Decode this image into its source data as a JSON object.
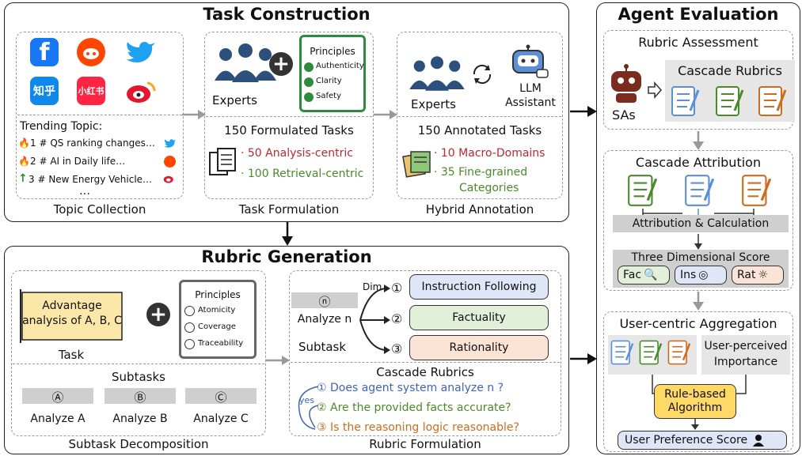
{
  "task_construction": {
    "title": "Task Construction",
    "topic_collection": {
      "label": "Topic Collection",
      "apps": {
        "zhihu": "知乎",
        "xiaohongshu": "小红书"
      },
      "trending_title": "Trending Topic:",
      "topics": [
        "1 # QS ranking changes…",
        "2 # AI in Daily life…",
        "3 # New Energy Vehicle…"
      ],
      "more": "…"
    },
    "task_formulation": {
      "label": "Task Formulation",
      "experts": "Experts",
      "principles_title": "Principles",
      "principles": [
        "Authenticity",
        "Clarity",
        "Safety"
      ],
      "count": "150 Formulated Tasks",
      "types": [
        "· 50 Analysis-centric",
        "· 100 Retrieval-centric"
      ]
    },
    "hybrid_annotation": {
      "label": "Hybrid Annotation",
      "experts": "Experts",
      "llm_line1": "LLM",
      "llm_line2": "Assistant",
      "count": "150 Annotated Tasks",
      "domains": "· 10 Macro-Domains",
      "categories_line1": "· 35 Fine-grained",
      "categories_line2": "Categories"
    }
  },
  "rubric_generation": {
    "title": "Rubric Generation",
    "task_panel": {
      "task_text_line1": "Advantage",
      "task_text_line2": "analysis of A, B, C",
      "task_label": "Task",
      "principles_title": "Principles",
      "principles": [
        "Atomicity",
        "Coverage",
        "Traceability"
      ],
      "subtasks_title": "Subtasks",
      "subtasks": [
        {
          "letter": "Ⓐ",
          "label": "Analyze A"
        },
        {
          "letter": "Ⓑ",
          "label": "Analyze B"
        },
        {
          "letter": "Ⓒ",
          "label": "Analyze C"
        }
      ],
      "label": "Subtask Decomposition"
    },
    "rubric_panel": {
      "sub_letter": "ⓝ",
      "sub_label": "Analyze n",
      "subtask_label": "Subtask",
      "dim_label": "Dim",
      "dims": [
        {
          "num": "①",
          "label": "Instruction Following"
        },
        {
          "num": "②",
          "label": "Factuality"
        },
        {
          "num": "③",
          "label": "Rationality"
        }
      ],
      "cascade_title": "Cascade Rubrics",
      "yes_label": "yes",
      "questions": [
        "① Does agent system analyze n ?",
        "② Are the provided facts accurate?",
        "③ Is the reasoning logic reasonable?"
      ],
      "label": "Rubric Formulation"
    }
  },
  "agent_evaluation": {
    "title": "Agent Evaluation",
    "rubric_assessment": {
      "title": "Rubric Assessment",
      "cascade": "Cascade Rubrics",
      "sas": "SAs"
    },
    "cascade_attribution": {
      "title": "Cascade Attribution",
      "calc": "Attribution & Calculation",
      "score_title": "Three Dimensional Score",
      "scores": [
        "Fac",
        "Ins",
        "Rat"
      ]
    },
    "user_aggregation": {
      "title": "User-centric Aggregation",
      "importance_line1": "User-perceived",
      "importance_line2": "Importance",
      "algo_line1": "Rule-based",
      "algo_line2": "Algorithm",
      "final": "User Preference Score"
    }
  },
  "colors": {
    "facebook": "#1877f2",
    "reddit": "#ff4500",
    "twitter": "#1da1f2",
    "zhihu": "#0f88eb",
    "xiaohongshu": "#ff2442",
    "weibo": "#e6162d",
    "instruction": "#dfe6f7",
    "factuality": "#e2f0d9",
    "rationality": "#fbe3d6",
    "algorithm": "#ffd966"
  }
}
